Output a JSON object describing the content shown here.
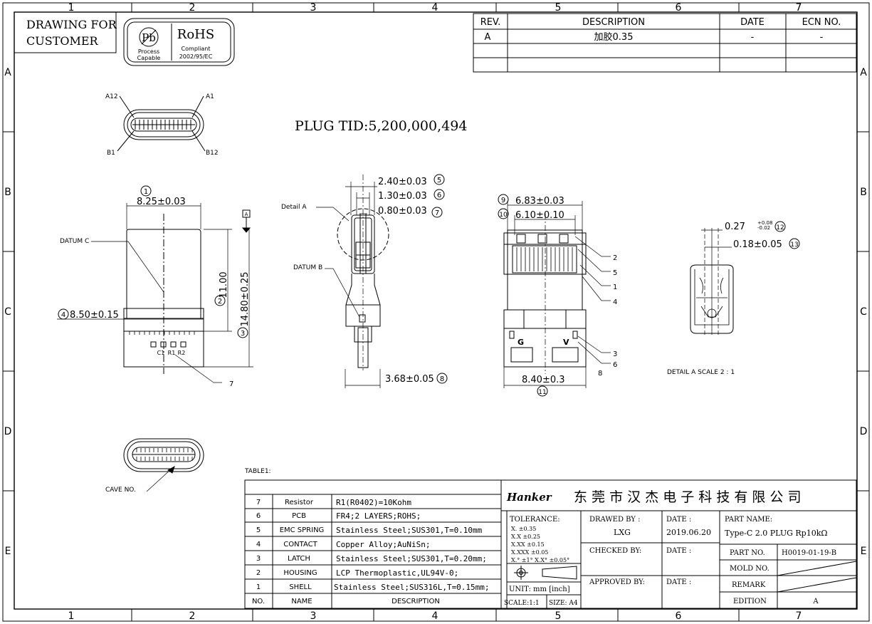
{
  "title_block_tl": {
    "line1": "DRAWING FOR",
    "line2": "CUSTOMER"
  },
  "pb_logo": {
    "symbol": "Pb",
    "line1": "Process",
    "line2": "Capable"
  },
  "rohs_logo": {
    "title": "RoHS",
    "line1": "Compliant",
    "line2": "2002/95/EC"
  },
  "border": {
    "cols": [
      "1",
      "2",
      "3",
      "4",
      "5",
      "6",
      "7"
    ],
    "rows": [
      "A",
      "B",
      "C",
      "D",
      "E"
    ]
  },
  "revision_table": {
    "headers": [
      "REV.",
      "DESCRIPTION",
      "DATE",
      "ECN NO."
    ],
    "rows": [
      {
        "rev": "A",
        "desc": "加胶0.35",
        "date": "-",
        "ecn": "-"
      }
    ]
  },
  "plug_tid": "PLUG TID:5,200,000,494",
  "pin_labels": {
    "a12": "A12",
    "a1": "A1",
    "b1": "B1",
    "b12": "B12"
  },
  "front_view": {
    "dim1": "8.25±0.03",
    "dim1_no": "1",
    "dim2": "11.00",
    "dim2_no": "2",
    "dim3": "14.80±0.25",
    "dim3_no": "3",
    "dim4": "8.50±0.15",
    "dim4_no": "4",
    "datum_c": "DATUM C",
    "datum_a": "A",
    "components": [
      "C1",
      "R1",
      "R2"
    ],
    "callout7": "7"
  },
  "side_view": {
    "detail_a": "Detail A",
    "datum_b": "DATUM B",
    "dim5": "2.40±0.03",
    "dim5_no": "5",
    "dim6": "1.30±0.03",
    "dim6_no": "6",
    "dim7": "0.80±0.03",
    "dim7_no": "7",
    "dim8": "3.68±0.05",
    "dim8_no": "8"
  },
  "rear_view": {
    "dim9": "6.83±0.03",
    "dim9_no": "9",
    "dim10": "6.10±0.10",
    "dim10_no": "10",
    "dim_bottom": "8.40±0.3",
    "dim_bottom_no": "11",
    "pad_g": "G",
    "pad_v": "V",
    "callouts": [
      "2",
      "5",
      "1",
      "4",
      "3",
      "6",
      "8"
    ]
  },
  "detail_view": {
    "dim12": "0.27",
    "dim12_tol_plus": "+0.08",
    "dim12_tol_minus": "-0.02",
    "dim12_no": "12",
    "dim13": "0.18±0.05",
    "dim13_no": "13",
    "caption": "DETAIL A   SCALE 2 : 1"
  },
  "cave_no": "CAVE NO.",
  "table1_label": "TABLE1:",
  "bom": {
    "rows": [
      {
        "no": "7",
        "name": "Resistor",
        "desc": "R1(R0402)=10Kohm"
      },
      {
        "no": "6",
        "name": "PCB",
        "desc": "FR4;2 LAYERS;ROHS;"
      },
      {
        "no": "5",
        "name": "EMC SPRING",
        "desc": "Stainless Steel;SUS301,T=0.10mm"
      },
      {
        "no": "4",
        "name": "CONTACT",
        "desc": "Copper Alloy;AuNiSn;"
      },
      {
        "no": "3",
        "name": "LATCH",
        "desc": "Stainless Steel;SUS301,T=0.20mm;"
      },
      {
        "no": "2",
        "name": "HOUSING",
        "desc": "LCP Thermoplastic,UL94V-0;"
      },
      {
        "no": "1",
        "name": "SHELL",
        "desc": "Stainless Steel;SUS316L,T=0.15mm;"
      }
    ],
    "header": {
      "no": "NO.",
      "name": "NAME",
      "desc": "DESCRIPTION"
    }
  },
  "title_block": {
    "logo": "Hanker",
    "company": "东 莞 市 汉 杰 电 子 科 技 有 限 公 司",
    "tolerance_title": "TOLERANCE:",
    "tolerances": [
      "X.    ±0.35",
      "X.X   ±0.25",
      "X.XX  ±0.15",
      "X.XXX ±0.05"
    ],
    "angle_tol": "X.° ±1°     X.X° ±0.05°",
    "unit": "UNIT: mm [inch]",
    "scale": "SCALE:1:1",
    "size": "SIZE: A4",
    "drawed_by_label": "DRAWED BY :",
    "drawed_by": "LXG",
    "date_label": "DATE :",
    "date": "2019.06.20",
    "part_name_label": "PART NAME:",
    "part_name": "Type-C 2.0 PLUG Rp10kΩ",
    "checked_by_label": "CHECKED BY:",
    "approved_by_label": "APPROVED BY:",
    "part_no_label": "PART NO.",
    "part_no": "H0019-01-19-B",
    "mold_no_label": "MOLD NO.",
    "remark_label": "REMARK",
    "edition_label": "EDITION",
    "edition": "A"
  }
}
